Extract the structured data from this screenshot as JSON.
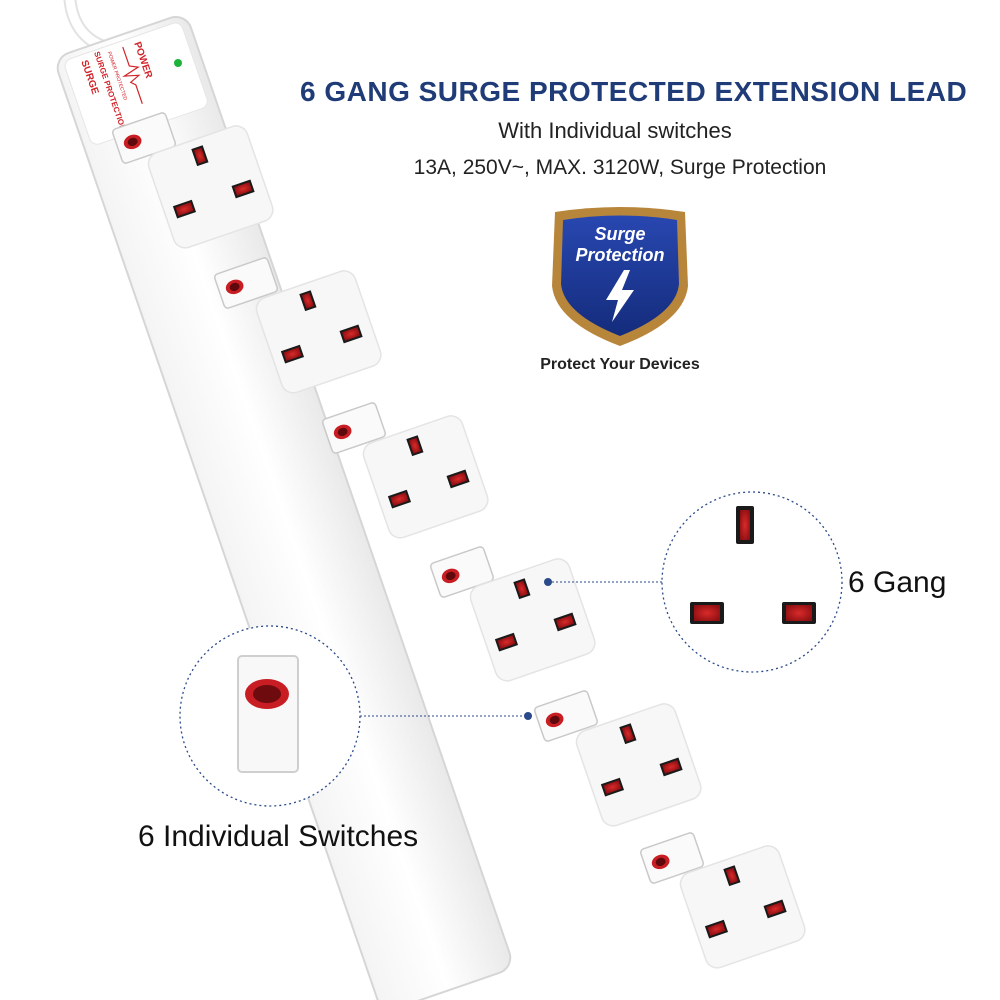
{
  "header": {
    "title": "6 GANG SURGE PROTECTED EXTENSION LEAD",
    "subtitle": "With Individual switches",
    "specs": "13A, 250V~, MAX. 3120W, Surge Protection"
  },
  "badge": {
    "line1": "Surge",
    "line2": "Protection",
    "caption": "Protect Your Devices",
    "icon": "lightning-bolt-icon"
  },
  "callouts": {
    "gang": "6 Gang",
    "switches": "6 Individual Switches"
  },
  "strip_labels": {
    "surge": "SURGE",
    "power": "POWER",
    "protection": "SURGE PROTECTION",
    "small": "POWER PROTECTED"
  },
  "colors": {
    "title_blue": "#1f3c78",
    "shield_blue": "#1e3c9a",
    "shield_gold": "#b8863b",
    "pin_red": "#b3161b",
    "indicator_green": "#1db33a",
    "callout_dots": "#2a4a8a"
  }
}
